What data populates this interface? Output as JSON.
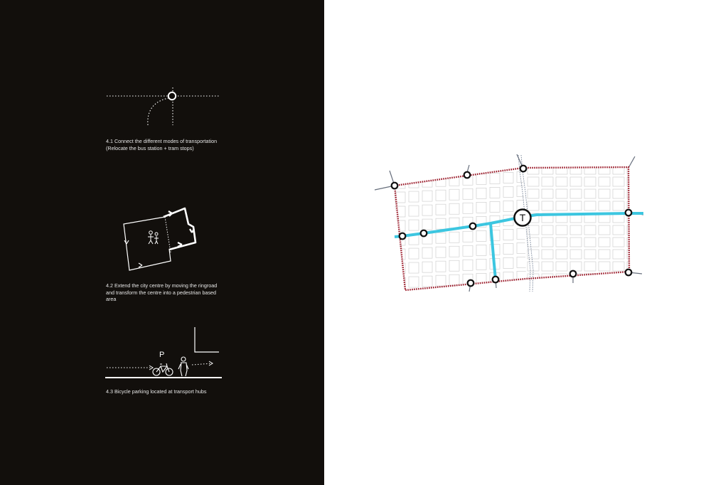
{
  "steps": [
    {
      "number": "4.1",
      "lines": [
        "4.1 Connect the different modes of transportation",
        "(Relocate the bus station + tram stops)"
      ],
      "icon": "transport-junction-sketch"
    },
    {
      "number": "4.2",
      "lines": [
        "4.2 Extend the city centre by moving the ringroad",
        "and transform the centre into a pedestrian based",
        "area"
      ],
      "icon": "ringroad-pedestrian-sketch"
    },
    {
      "number": "4.3",
      "lines": [
        "4.3 Bicycle parking located at transport hubs"
      ],
      "icon": "bicycle-parking-sketch"
    }
  ],
  "sketch_labels": {
    "parking": "P"
  },
  "map": {
    "hub_label": "T",
    "colors": {
      "background_left": "#120f0c",
      "ringroad": "#9b1b2a",
      "tram_line": "#3cc6e0",
      "grid": "#c9c9c9",
      "railway": "#6d7a90",
      "stop_stroke": "#111111"
    }
  }
}
